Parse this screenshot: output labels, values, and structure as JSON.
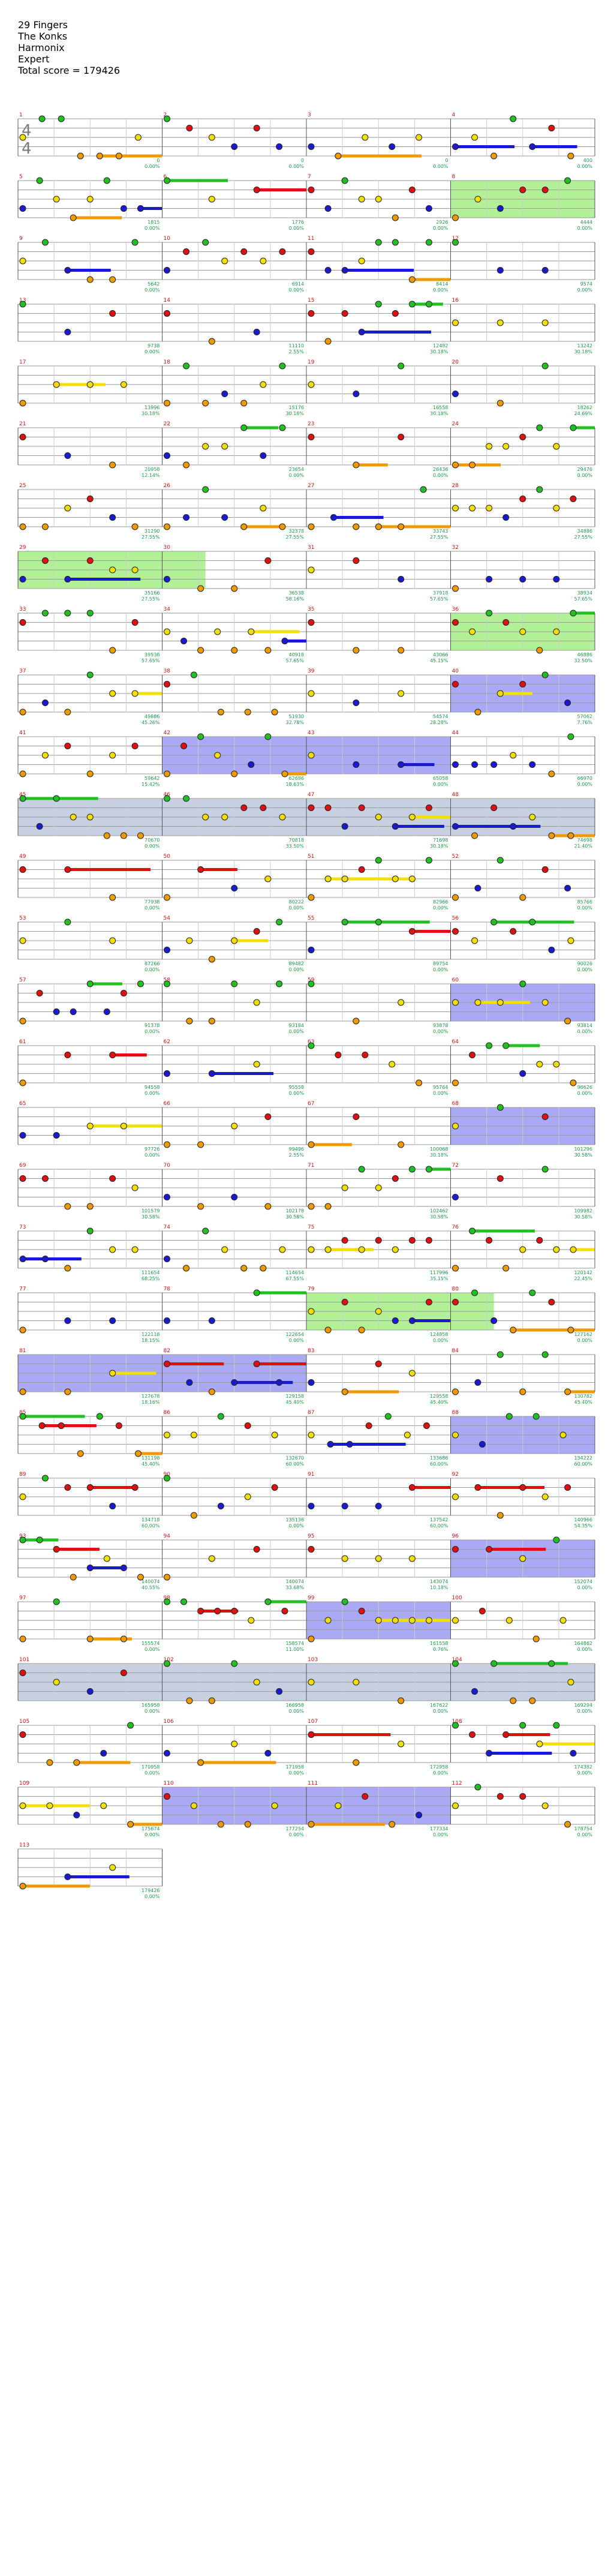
{
  "song": {
    "title": "29 Fingers",
    "artist": "The Konks",
    "game": "Harmonix",
    "difficulty": "Expert",
    "total_score_text": "Total score = 179426"
  },
  "time_signature": {
    "top": "4",
    "bottom": "4"
  },
  "colors": {
    "green_note": "#21c021",
    "red_note": "#e01010",
    "yellow_note": "#f3e000",
    "blue_note": "#1a1ad0",
    "orange_note": "#f09a00",
    "star_power": "#a9ee8c",
    "solo": "#8c8cf2",
    "big_rock_ending": "#b9c4d8",
    "score_text": "#1a9a4a",
    "tempo_text": "#a0a0a0",
    "measure_number": "#d01010"
  },
  "chart_data": {
    "type": "table",
    "title": "29 Fingers",
    "columns": [
      "measure",
      "cumulative_score",
      "percent_of_total"
    ],
    "measures": [
      {
        "m": 1,
        "score": 0,
        "pct": "0.00%"
      },
      {
        "m": 2,
        "score": 0,
        "pct": "0.00%"
      },
      {
        "m": 3,
        "score": 0,
        "pct": "0.00%"
      },
      {
        "m": 4,
        "score": 400,
        "pct": "0.00%"
      },
      {
        "m": 5,
        "score": 1815,
        "pct": "0.00%"
      },
      {
        "m": 6,
        "score": 1776,
        "pct": "0.00%"
      },
      {
        "m": 7,
        "score": 2926,
        "pct": "0.00%"
      },
      {
        "m": 8,
        "score": 4444,
        "pct": "0.00%"
      },
      {
        "m": 9,
        "score": 5642,
        "pct": "0.00%"
      },
      {
        "m": 10,
        "score": 6914,
        "pct": "0.00%"
      },
      {
        "m": 11,
        "score": 8414,
        "pct": "0.00%"
      },
      {
        "m": 12,
        "score": 9574,
        "pct": "0.00%"
      },
      {
        "m": 13,
        "score": 9738,
        "pct": "0.00%"
      },
      {
        "m": 14,
        "score": 11110,
        "pct": "2.55%"
      },
      {
        "m": 15,
        "score": 12482,
        "pct": "30.18%"
      },
      {
        "m": 16,
        "score": 13242,
        "pct": "30.18%"
      },
      {
        "m": 17,
        "score": 13996,
        "pct": "30.18%"
      },
      {
        "m": 18,
        "score": 15176,
        "pct": "30.18%"
      },
      {
        "m": 19,
        "score": 16558,
        "pct": "30.18%"
      },
      {
        "m": 20,
        "score": 18262,
        "pct": "24.69%"
      },
      {
        "m": 21,
        "score": 20958,
        "pct": "12.14%"
      },
      {
        "m": 22,
        "score": 23654,
        "pct": "0.00%"
      },
      {
        "m": 23,
        "score": 26436,
        "pct": "0.00%"
      },
      {
        "m": 24,
        "score": 29476,
        "pct": "0.00%"
      },
      {
        "m": 25,
        "score": 31290,
        "pct": "27.55%"
      },
      {
        "m": 26,
        "score": 32378,
        "pct": "27.55%"
      },
      {
        "m": 27,
        "score": 33743,
        "pct": "27.55%"
      },
      {
        "m": 28,
        "score": 34886,
        "pct": "27.55%"
      },
      {
        "m": 29,
        "score": 35166,
        "pct": "27.55%"
      },
      {
        "m": 30,
        "score": 36538,
        "pct": "58.16%"
      },
      {
        "m": 31,
        "score": 37918,
        "pct": "57.65%"
      },
      {
        "m": 32,
        "score": 38934,
        "pct": "57.65%"
      },
      {
        "m": 33,
        "score": 39538,
        "pct": "57.65%"
      },
      {
        "m": 34,
        "score": 40918,
        "pct": "57.65%"
      },
      {
        "m": 35,
        "score": 43066,
        "pct": "45.15%"
      },
      {
        "m": 36,
        "score": 46886,
        "pct": "32.50%"
      },
      {
        "m": 37,
        "score": 49886,
        "pct": "45.26%"
      },
      {
        "m": 38,
        "score": 51930,
        "pct": "32.78%"
      },
      {
        "m": 39,
        "score": 54574,
        "pct": "28.28%"
      },
      {
        "m": 40,
        "score": 57062,
        "pct": "7.76%"
      },
      {
        "m": 41,
        "score": 59642,
        "pct": "15.42%"
      },
      {
        "m": 42,
        "score": 62686,
        "pct": "18.63%"
      },
      {
        "m": 43,
        "score": 65058,
        "pct": "0.00%"
      },
      {
        "m": 44,
        "score": 66970,
        "pct": "0.00%"
      },
      {
        "m": 45,
        "score": 70670,
        "pct": "0.00%"
      },
      {
        "m": 46,
        "score": 70818,
        "pct": "33.50%"
      },
      {
        "m": 47,
        "score": 71698,
        "pct": "30.18%"
      },
      {
        "m": 48,
        "score": 74698,
        "pct": "21.40%"
      },
      {
        "m": 49,
        "score": 77938,
        "pct": "0.00%"
      },
      {
        "m": 50,
        "score": 80222,
        "pct": "0.00%"
      },
      {
        "m": 51,
        "score": 82966,
        "pct": "0.00%"
      },
      {
        "m": 52,
        "score": 85766,
        "pct": "0.00%"
      },
      {
        "m": 53,
        "score": 87266,
        "pct": "0.00%"
      },
      {
        "m": 54,
        "score": 89482,
        "pct": "0.00%"
      },
      {
        "m": 55,
        "score": 89754,
        "pct": "0.00%"
      },
      {
        "m": 56,
        "score": 90026,
        "pct": "0.00%"
      },
      {
        "m": 57,
        "score": 91378,
        "pct": "0.00%"
      },
      {
        "m": 58,
        "score": 93184,
        "pct": "0.00%"
      },
      {
        "m": 59,
        "score": 93878,
        "pct": "0.00%"
      },
      {
        "m": 60,
        "score": 93814,
        "pct": "0.00%"
      },
      {
        "m": 61,
        "score": 94558,
        "pct": "0.00%"
      },
      {
        "m": 62,
        "score": 95558,
        "pct": "0.00%"
      },
      {
        "m": 63,
        "score": 95764,
        "pct": "0.00%"
      },
      {
        "m": 64,
        "score": 96626,
        "pct": "0.00%"
      },
      {
        "m": 65,
        "score": 97726,
        "pct": "0.00%"
      },
      {
        "m": 66,
        "score": 99496,
        "pct": "2.55%"
      },
      {
        "m": 67,
        "score": 100068,
        "pct": "30.18%"
      },
      {
        "m": 68,
        "score": 101296,
        "pct": "30.58%"
      },
      {
        "m": 69,
        "score": 101579,
        "pct": "30.58%"
      },
      {
        "m": 70,
        "score": 102178,
        "pct": "30.58%"
      },
      {
        "m": 71,
        "score": 102462,
        "pct": "30.58%"
      },
      {
        "m": 72,
        "score": 109982,
        "pct": "30.58%"
      },
      {
        "m": 73,
        "score": 111654,
        "pct": "68.25%"
      },
      {
        "m": 74,
        "score": 114654,
        "pct": "67.55%"
      },
      {
        "m": 75,
        "score": 117996,
        "pct": "35.15%"
      },
      {
        "m": 76,
        "score": 120142,
        "pct": "22.45%"
      },
      {
        "m": 77,
        "score": 122118,
        "pct": "18.15%"
      },
      {
        "m": 78,
        "score": 122654,
        "pct": "0.00%"
      },
      {
        "m": 79,
        "score": 124858,
        "pct": "0.00%"
      },
      {
        "m": 80,
        "score": 127162,
        "pct": "0.00%"
      },
      {
        "m": 81,
        "score": 127678,
        "pct": "18.16%"
      },
      {
        "m": 82,
        "score": 129158,
        "pct": "45.40%"
      },
      {
        "m": 83,
        "score": 129558,
        "pct": "45.40%"
      },
      {
        "m": 84,
        "score": 130782,
        "pct": "45.40%"
      },
      {
        "m": 85,
        "score": 131198,
        "pct": "45.40%"
      },
      {
        "m": 86,
        "score": 132670,
        "pct": "60.00%"
      },
      {
        "m": 87,
        "score": 133686,
        "pct": "60.00%"
      },
      {
        "m": 88,
        "score": 134222,
        "pct": "60.00%"
      },
      {
        "m": 89,
        "score": 134718,
        "pct": "60.00%"
      },
      {
        "m": 90,
        "score": 135136,
        "pct": "0.00%"
      },
      {
        "m": 91,
        "score": 137542,
        "pct": "60.00%"
      },
      {
        "m": 92,
        "score": 140966,
        "pct": "54.35%"
      },
      {
        "m": 93,
        "score": 140074,
        "pct": "40.55%"
      },
      {
        "m": 94,
        "score": 140074,
        "pct": "33.68%"
      },
      {
        "m": 95,
        "score": 143074,
        "pct": "10.18%"
      },
      {
        "m": 96,
        "score": 152074,
        "pct": "0.00%"
      },
      {
        "m": 97,
        "score": 155574,
        "pct": "0.00%"
      },
      {
        "m": 98,
        "score": 158574,
        "pct": "11.00%"
      },
      {
        "m": 99,
        "score": 161558,
        "pct": "0.76%"
      },
      {
        "m": 100,
        "score": 164862,
        "pct": "0.00%"
      },
      {
        "m": 101,
        "score": 165958,
        "pct": "0.00%"
      },
      {
        "m": 102,
        "score": 166958,
        "pct": "0.00%"
      },
      {
        "m": 103,
        "score": 167622,
        "pct": "0.00%"
      },
      {
        "m": 104,
        "score": 169294,
        "pct": "0.00%"
      },
      {
        "m": 105,
        "score": 170958,
        "pct": "0.00%"
      },
      {
        "m": 106,
        "score": 171958,
        "pct": "0.00%"
      },
      {
        "m": 107,
        "score": 172958,
        "pct": "0.00%"
      },
      {
        "m": 108,
        "score": 174382,
        "pct": "0.00%"
      },
      {
        "m": 109,
        "score": 175674,
        "pct": "0.00%"
      },
      {
        "m": 110,
        "score": 177254,
        "pct": "0.00%"
      },
      {
        "m": 111,
        "score": 177334,
        "pct": "0.00%"
      },
      {
        "m": 112,
        "score": 178754,
        "pct": "0.00%"
      },
      {
        "m": 113,
        "score": 179426,
        "pct": "0.00%"
      }
    ]
  }
}
